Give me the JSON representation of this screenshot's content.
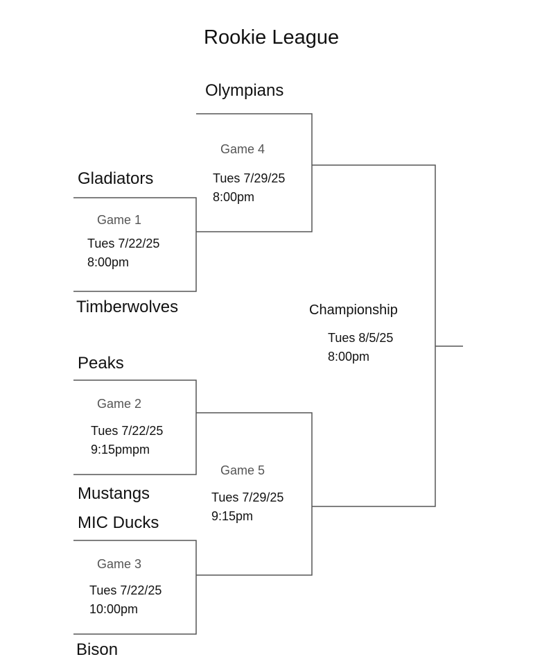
{
  "title": "Rookie League",
  "teams": {
    "olympians": "Olympians",
    "gladiators": "Gladiators",
    "timberwolves": "Timberwolves",
    "peaks": "Peaks",
    "mustangs": "Mustangs",
    "mic_ducks": "MIC Ducks",
    "bison": "Bison"
  },
  "games": {
    "game1": {
      "label": "Game 1",
      "date": "Tues 7/22/25",
      "time": "8:00pm"
    },
    "game2": {
      "label": "Game 2",
      "date": "Tues 7/22/25",
      "time": "9:15pmpm"
    },
    "game3": {
      "label": "Game 3",
      "date": "Tues 7/22/25",
      "time": "10:00pm"
    },
    "game4": {
      "label": "Game 4",
      "date": "Tues 7/29/25",
      "time": "8:00pm"
    },
    "game5": {
      "label": "Game 5",
      "date": "Tues 7/29/25",
      "time": "9:15pm"
    },
    "championship": {
      "label": "Championship",
      "date": "Tues 8/5/25",
      "time": "8:00pm"
    }
  },
  "colors": {
    "line": "#555555",
    "game_label": "#555555",
    "text": "#111111"
  }
}
